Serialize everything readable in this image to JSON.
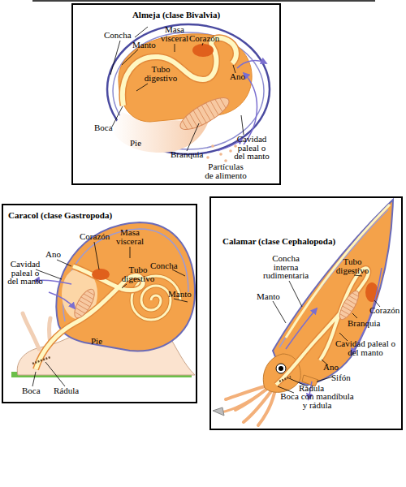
{
  "diagram": {
    "nodes": [
      {
        "text": [
          "Almeja (clase Bivalvia)"
        ]
      },
      {
        "text": [
          "Caracol (clase Gastropoda)"
        ]
      },
      {
        "text": [
          "Calamar (clase Cephalopoda)"
        ]
      }
    ],
    "labels": [
      "Concha",
      "Manto",
      "Masa visceral",
      "Corazón",
      "Ano",
      "Tubo digestivo",
      "Boca",
      "Pie",
      "Branquia",
      "Cavidad paleal o del manto",
      "Partículas de alimento",
      "Corazón",
      "Masa visceral",
      "Ano",
      "Cavidad paleal o del manto",
      "Tubo digestivo",
      "Concha",
      "Manto",
      "Pie",
      "Boca",
      "Rádula",
      "Concha interna rudimentaria",
      "Tubo digestivo",
      "Manto",
      "Corazón",
      "Branquia",
      "Cavidad paleal o del manto",
      "Ano",
      "Sifón",
      "Rádula",
      "Boca con mandíbula y rádula"
    ]
  }
}
